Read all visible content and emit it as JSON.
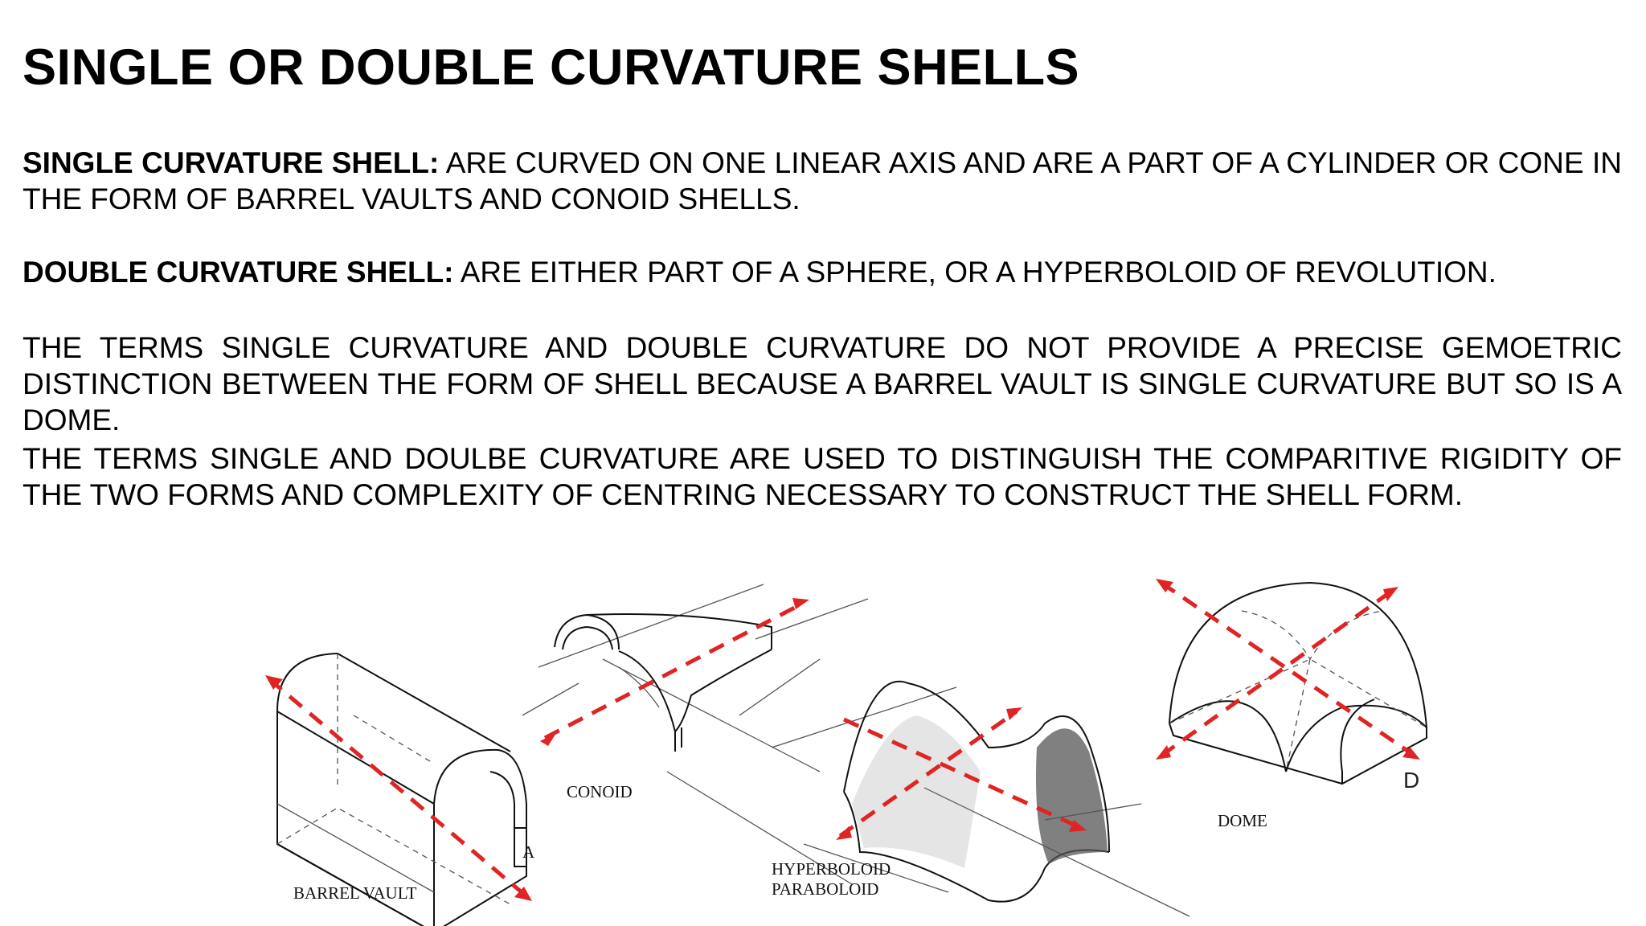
{
  "title": "SINGLE OR DOUBLE CURVATURE SHELLS",
  "paragraphs": {
    "single_term": "SINGLE CURVATURE SHELL:",
    "single_text": "ARE CURVED ON ONE LINEAR AXIS AND ARE A PART OF A CYLINDER OR CONE IN THE FORM OF BARREL VAULTS AND CONOID SHELLS.",
    "double_term": "DOUBLE CURVATURE SHELL:",
    "double_text": "ARE EITHER PART OF A SPHERE, OR A HYPERBOLOID OF REVOLUTION.",
    "terms_1": "THE TERMS SINGLE CURVATURE AND DOUBLE CURVATURE DO NOT PROVIDE A PRECISE GEMOETRIC DISTINCTION  BETWEEN THE FORM OF SHELL BECAUSE A BARREL VAULT IS SINGLE CURVATURE BUT SO IS A DOME.",
    "terms_2": "THE TERMS SINGLE AND DOULBE CURVATURE ARE USED TO DISTINGUISH THE COMPARITIVE RIGIDITY OF THE TWO FORMS AND COMPLEXITY OF CENTRING NECESSARY TO CONSTRUCT THE SHELL FORM."
  },
  "figure": {
    "labels": {
      "barrel_vault": "BARREL VAULT",
      "barrel_letter": "A",
      "conoid": "CONOID",
      "hyperboloid_line1": "HYPERBOLOID",
      "hyperboloid_line2": "PARABOLOID",
      "dome": "DOME",
      "dome_letter": "D"
    },
    "arrow_color": "#e02424"
  }
}
